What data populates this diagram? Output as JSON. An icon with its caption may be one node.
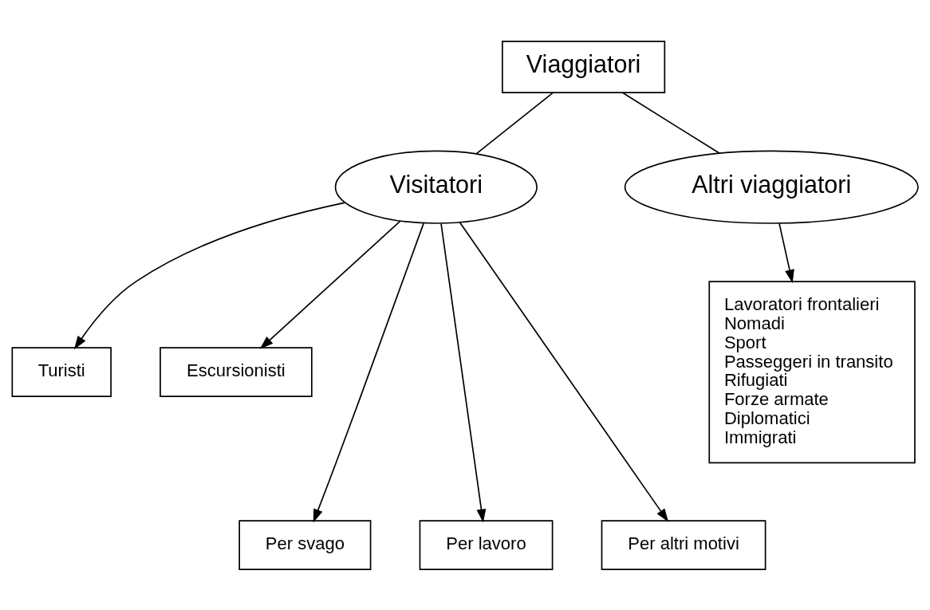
{
  "diagram": {
    "nodes": [
      {
        "text": [
          "Viaggiatori"
        ]
      },
      {
        "text": [
          "Visitatori"
        ]
      },
      {
        "text": [
          "Altri viaggiatori"
        ]
      },
      {
        "text": [
          "Turisti"
        ]
      },
      {
        "text": [
          "Escursionisti"
        ]
      },
      {
        "text": [
          "Per svago"
        ]
      },
      {
        "text": [
          "Per lavoro"
        ]
      },
      {
        "text": [
          "Per altri motivi"
        ]
      },
      {
        "text": [
          "Lavoratori frontalieri",
          "Nomadi",
          "Sport",
          "Passeggeri in transito",
          "Rifugiati",
          "Forze armate",
          "Diplomatici",
          "Immigrati"
        ]
      }
    ],
    "edges": [
      {
        "from": 0,
        "to": 1,
        "arrow": "none"
      },
      {
        "from": 0,
        "to": 2,
        "arrow": "none"
      },
      {
        "from": 1,
        "to": 3,
        "arrow": "to"
      },
      {
        "from": 1,
        "to": 4,
        "arrow": "to"
      },
      {
        "from": 1,
        "to": 5,
        "arrow": "to"
      },
      {
        "from": 1,
        "to": 6,
        "arrow": "to"
      },
      {
        "from": 1,
        "to": 7,
        "arrow": "to"
      },
      {
        "from": 2,
        "to": 8,
        "arrow": "to"
      }
    ]
  }
}
